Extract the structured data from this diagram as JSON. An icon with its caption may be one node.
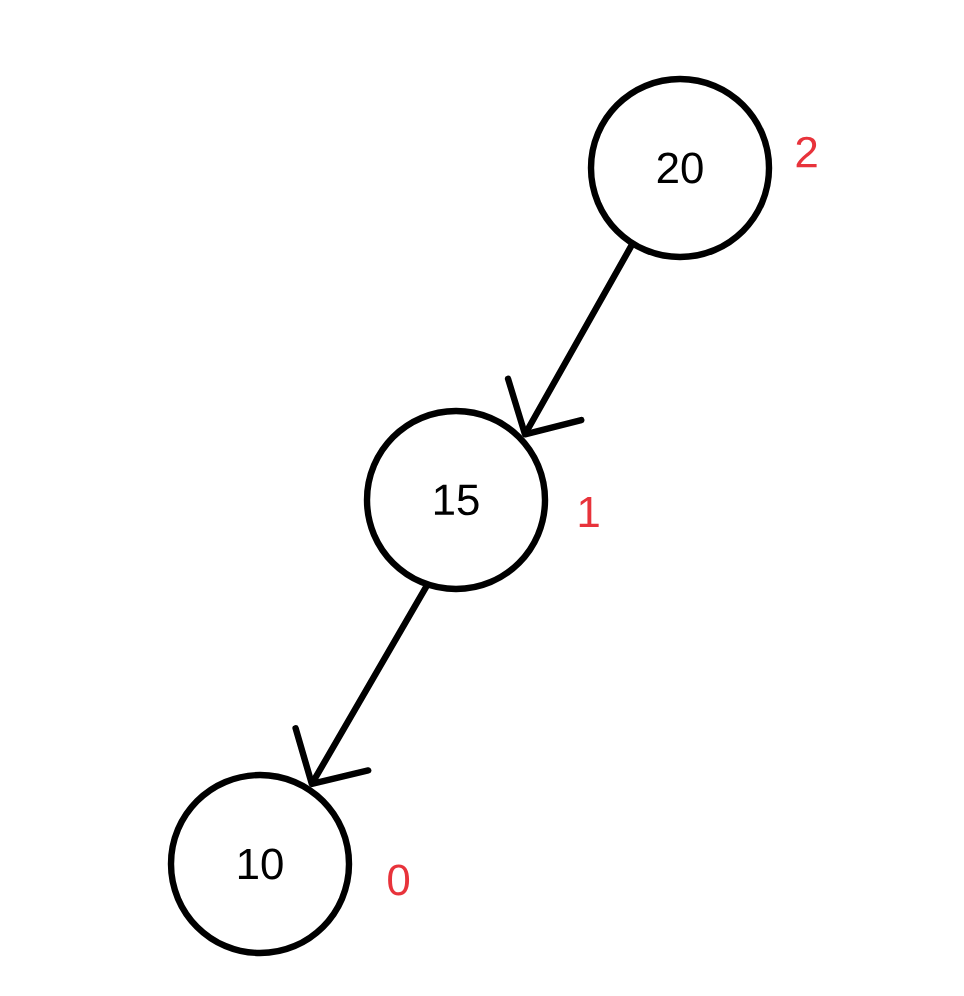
{
  "diagram": {
    "nodes": [
      {
        "text": [
          "20"
        ],
        "beside": [
          "2"
        ]
      },
      {
        "text": [
          "15"
        ],
        "beside": [
          "1"
        ]
      },
      {
        "text": [
          "10"
        ],
        "beside": [
          "0"
        ]
      }
    ],
    "edges": [
      {
        "from": 0,
        "to": 1,
        "arrow": "to"
      },
      {
        "from": 1,
        "to": 2,
        "arrow": "to"
      }
    ]
  }
}
